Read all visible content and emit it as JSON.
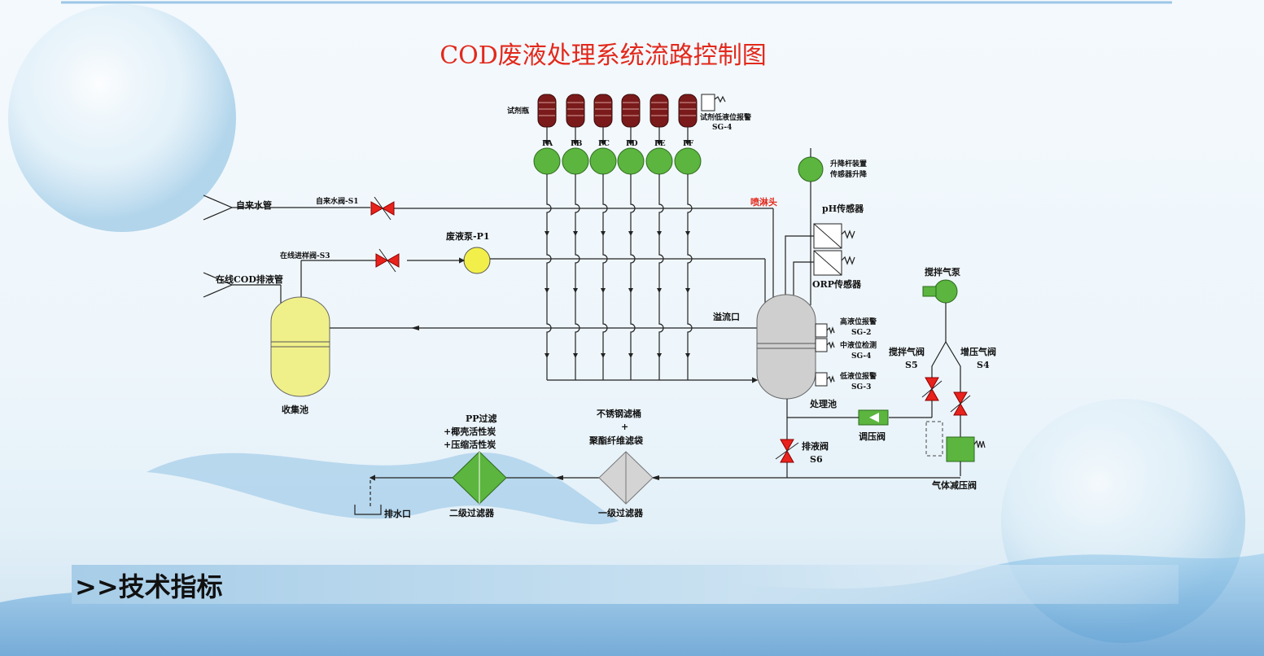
{
  "title": "COD废液处理系统流路控制图",
  "section_heading": ">>技术指标",
  "reagent_bottles_label": "试剂瓶",
  "reagent_low_level_alarm": "试剂低液位报警",
  "reagent_low_level_alarm_tag": "SG-4",
  "pumps": [
    "PA",
    "PB",
    "PC",
    "PD",
    "PE",
    "PF"
  ],
  "lift_device": [
    "升降杆装置",
    "传感器升降"
  ],
  "tap_water_pipe": "自来水管",
  "tap_water_valve": "自来水阀-S1",
  "spray_head": "喷淋头",
  "waste_pump": "废液泵-P1",
  "online_sampling_valve": "在线进样阀-S3",
  "online_cod_drain": "在线COD排液管",
  "ph_sensor": "pH传感器",
  "orp_sensor": "ORP传感器",
  "overflow": "溢流口",
  "high_level_alarm": [
    "高液位报警",
    "SG-2"
  ],
  "mid_level_detect": [
    "中液位检测",
    "SG-4"
  ],
  "low_level_alarm": [
    "低液位报警",
    "SG-3"
  ],
  "treatment_tank": "处理池",
  "collection_tank": "收集池",
  "stir_pump": "搅拌气泵",
  "stir_valve": [
    "搅拌气阀",
    "S5"
  ],
  "boost_valve": [
    "增压气阀",
    "S4"
  ],
  "pressure_regulator": "调压阀",
  "gas_reducer": "气体减压阀",
  "drain_valve": [
    "排液阀",
    "S6"
  ],
  "filter2_desc": [
    "PP过滤",
    "+椰壳活性炭",
    "+压缩活性炭"
  ],
  "filter1_desc": [
    "不锈钢滤桶",
    "+",
    "聚酯纤维滤袋"
  ],
  "filter2": "二级过滤器",
  "filter1": "一级过滤器",
  "drain_outlet": "排水口",
  "colors": {
    "title": "#e2291c",
    "pump_green": "#5bb53e",
    "bottle": "#7a1a1a",
    "valve_red": "#e8221c",
    "tank_gray": "#cfcfcf",
    "tank_yellow": "#f0f08a",
    "filter_gray": "#d4d4d4"
  }
}
